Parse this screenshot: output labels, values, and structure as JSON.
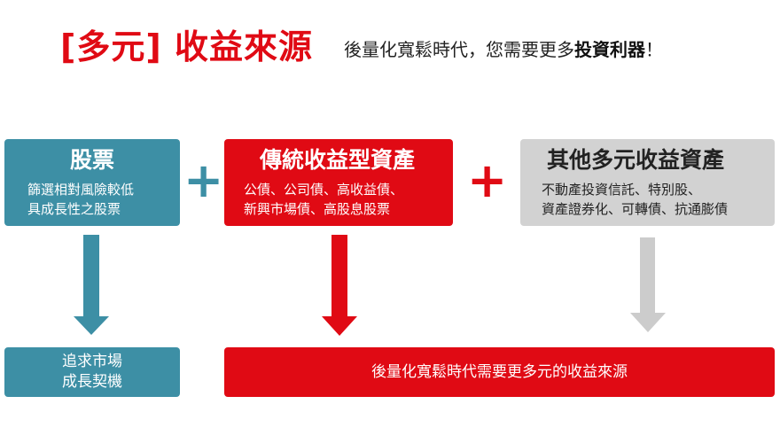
{
  "header": {
    "title": "[多元] 收益來源",
    "subtitle_prefix": "後量化寬鬆時代，您需要更多",
    "subtitle_bold": "投資利器",
    "subtitle_suffix": "！"
  },
  "boxes": {
    "stock": {
      "title": "股票",
      "line1": "篩選相對風險較低",
      "line2": "具成長性之股票"
    },
    "traditional": {
      "title": "傳統收益型資產",
      "line1": "公債、公司債、高收益債、",
      "line2": "新興市場債、高股息股票"
    },
    "other": {
      "title": "其他多元收益資產",
      "line1": "不動產投資信託、特別股、",
      "line2": "資產證券化、可轉債、抗通膨債"
    }
  },
  "operators": {
    "plus1": "+",
    "plus2": "+"
  },
  "results": {
    "growth_line1": "追求市場",
    "growth_line2": "成長契機",
    "income": "後量化寬鬆時代需要更多元的收益來源"
  },
  "colors": {
    "red": "#e00a14",
    "teal": "#3d8fa5",
    "gray": "#d2d2d2",
    "arrow_gray": "#cccccc"
  }
}
